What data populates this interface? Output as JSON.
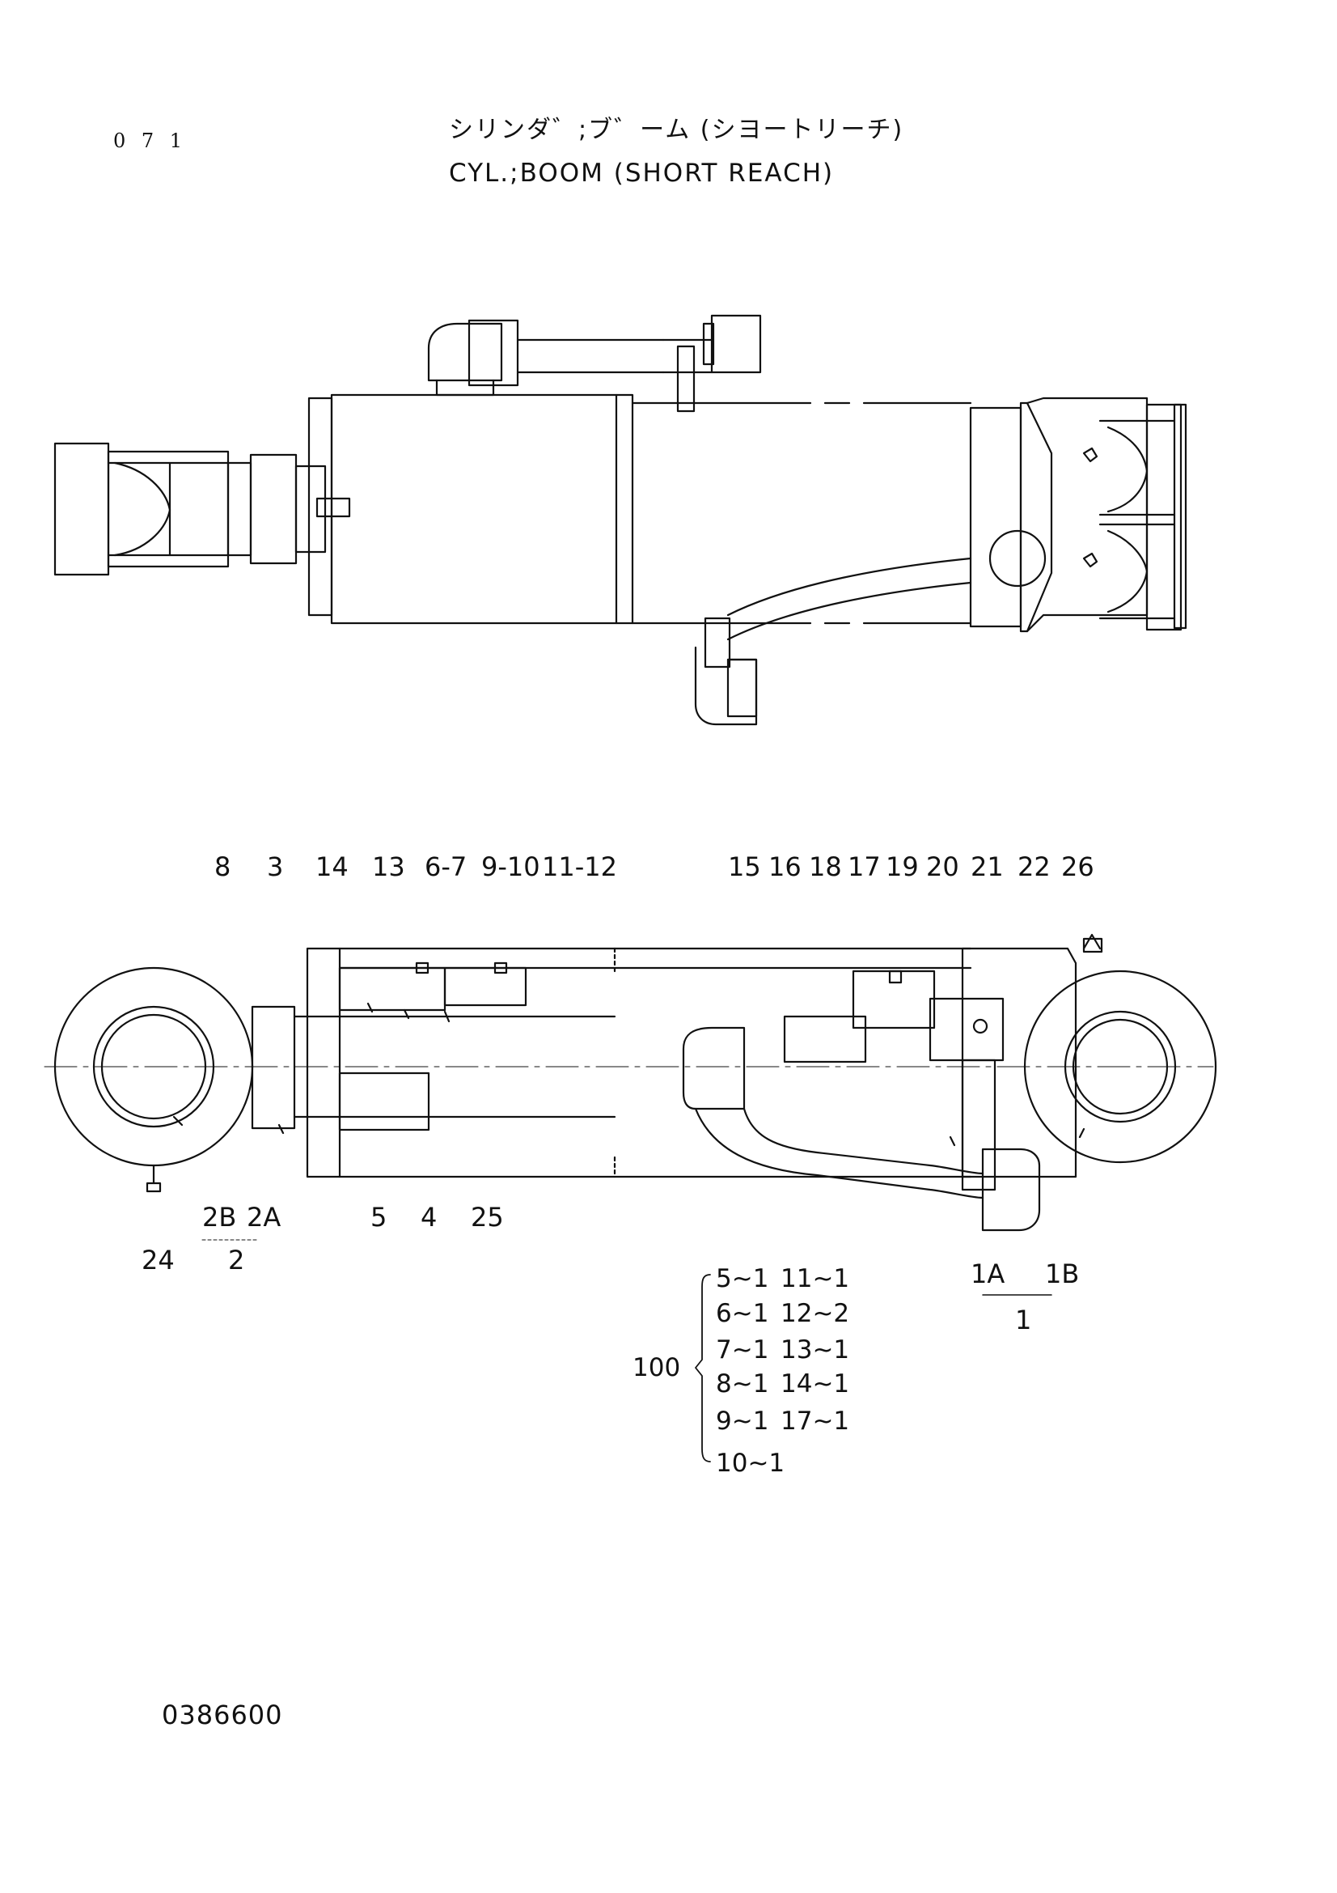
{
  "page_number": "0 7 1",
  "title_jp": "シリンダ゛;ブ゛ーム (シヨートリーチ)",
  "title_en": "CYL.;BOOM (SHORT REACH)",
  "document_number": "0386600",
  "top_callouts_left": [
    "8",
    "3",
    "14",
    "13",
    "6-7",
    "9-10",
    "11-12"
  ],
  "top_callouts_right": [
    "15",
    "16",
    "18",
    "17",
    "19",
    "20",
    "21",
    "22",
    "26"
  ],
  "bottom_callouts": {
    "c2B": "2B",
    "c2A": "2A",
    "c24": "24",
    "c2": "2",
    "c5": "5",
    "c4": "4",
    "c25": "25",
    "c1A": "1A",
    "c1B": "1B",
    "c1": "1"
  },
  "seal_kit": {
    "number": "100",
    "rows": [
      {
        "a": "5~1",
        "b": "11~1"
      },
      {
        "a": "6~1",
        "b": "12~2"
      },
      {
        "a": "7~1",
        "b": "13~1"
      },
      {
        "a": "8~1",
        "b": "14~1"
      },
      {
        "a": "9~1",
        "b": "17~1"
      },
      {
        "a": "10~1",
        "b": ""
      }
    ]
  }
}
